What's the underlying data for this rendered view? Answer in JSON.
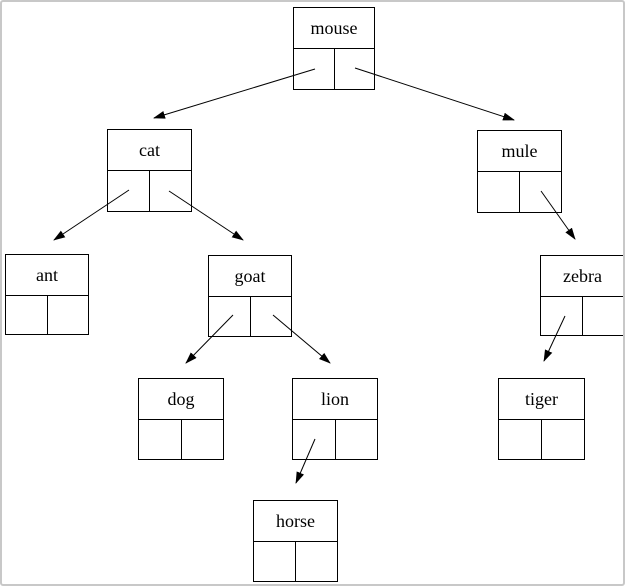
{
  "diagram": {
    "type": "binary-search-tree",
    "background_color": "#ffffff",
    "frame_border_color": "#c8c8c8",
    "node_border_color": "#000000",
    "arrow_color": "#000000",
    "nodes": [
      {
        "id": "mouse",
        "label": "mouse",
        "left_child": "cat",
        "right_child": "mule"
      },
      {
        "id": "cat",
        "label": "cat",
        "left_child": "ant",
        "right_child": "goat"
      },
      {
        "id": "mule",
        "label": "mule",
        "left_child": null,
        "right_child": "zebra"
      },
      {
        "id": "ant",
        "label": "ant",
        "left_child": null,
        "right_child": null
      },
      {
        "id": "goat",
        "label": "goat",
        "left_child": "dog",
        "right_child": "lion"
      },
      {
        "id": "zebra",
        "label": "zebra",
        "left_child": "tiger",
        "right_child": null
      },
      {
        "id": "dog",
        "label": "dog",
        "left_child": null,
        "right_child": null
      },
      {
        "id": "lion",
        "label": "lion",
        "left_child": "horse",
        "right_child": null
      },
      {
        "id": "tiger",
        "label": "tiger",
        "left_child": null,
        "right_child": null
      },
      {
        "id": "horse",
        "label": "horse",
        "left_child": null,
        "right_child": null
      }
    ],
    "edges": [
      {
        "from": "mouse",
        "pointer": "left",
        "to": "cat"
      },
      {
        "from": "mouse",
        "pointer": "right",
        "to": "mule"
      },
      {
        "from": "cat",
        "pointer": "left",
        "to": "ant"
      },
      {
        "from": "cat",
        "pointer": "right",
        "to": "goat"
      },
      {
        "from": "goat",
        "pointer": "left",
        "to": "dog"
      },
      {
        "from": "goat",
        "pointer": "right",
        "to": "lion"
      },
      {
        "from": "mule",
        "pointer": "right",
        "to": "zebra"
      },
      {
        "from": "zebra",
        "pointer": "left",
        "to": "tiger"
      },
      {
        "from": "lion",
        "pointer": "left",
        "to": "horse"
      }
    ]
  }
}
